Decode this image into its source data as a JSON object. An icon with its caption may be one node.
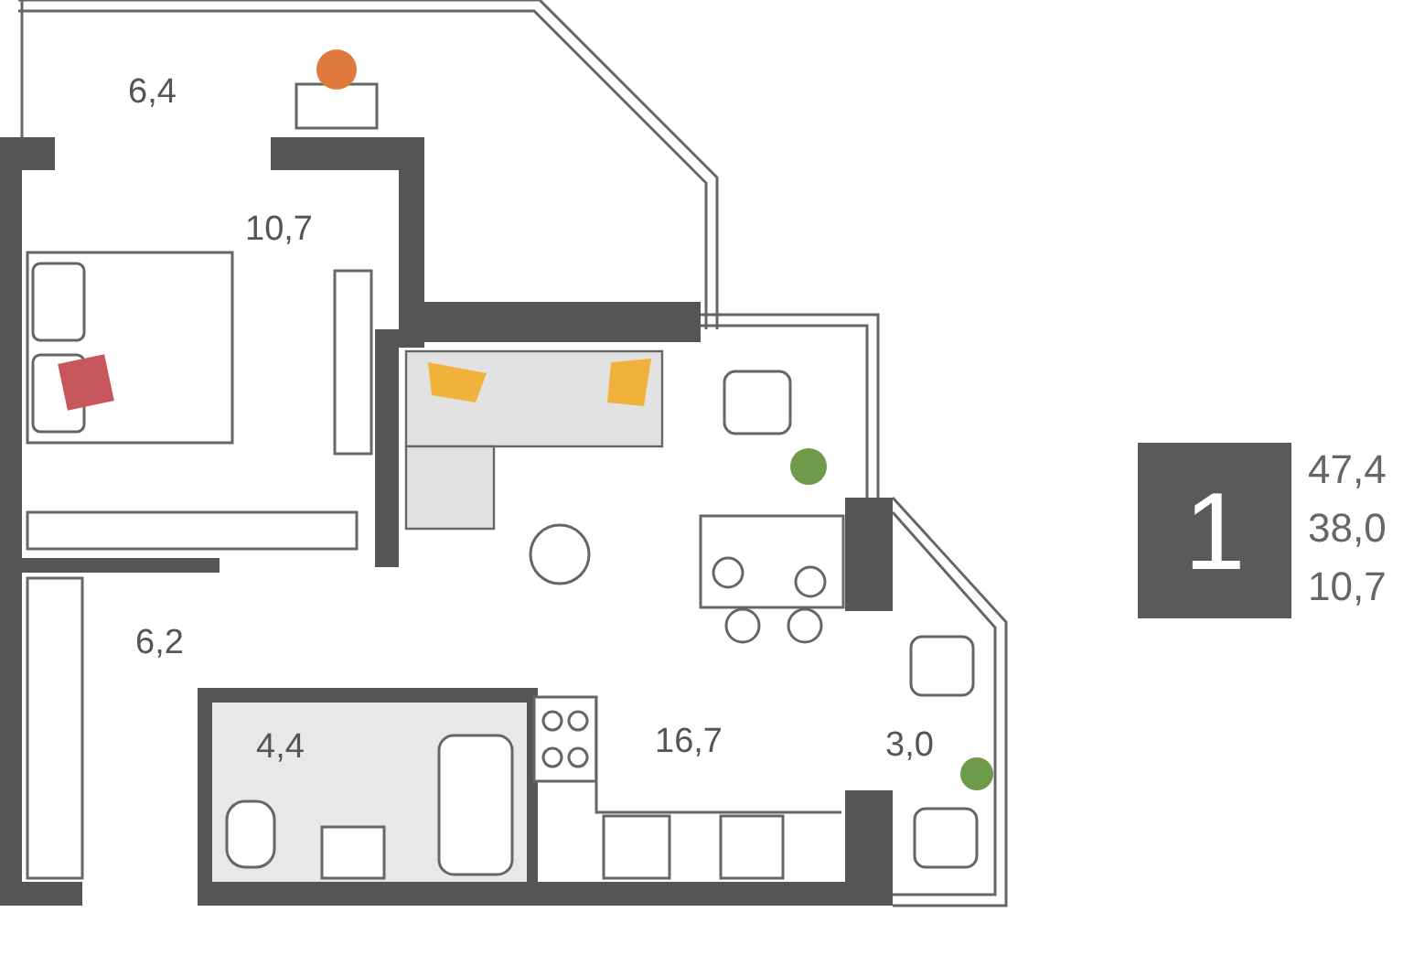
{
  "diagram": {
    "nodes": [
      {
        "text": [
          "6,4"
        ]
      },
      {
        "text": [
          "10,7"
        ]
      },
      {
        "text": [
          "6,2"
        ]
      },
      {
        "text": [
          "4,4"
        ]
      },
      {
        "text": [
          "16,7"
        ]
      },
      {
        "text": [
          "3,0"
        ]
      },
      {
        "text": [
          "1"
        ],
        "beside": [
          "47,4",
          "38,0",
          "10,7"
        ]
      }
    ]
  }
}
